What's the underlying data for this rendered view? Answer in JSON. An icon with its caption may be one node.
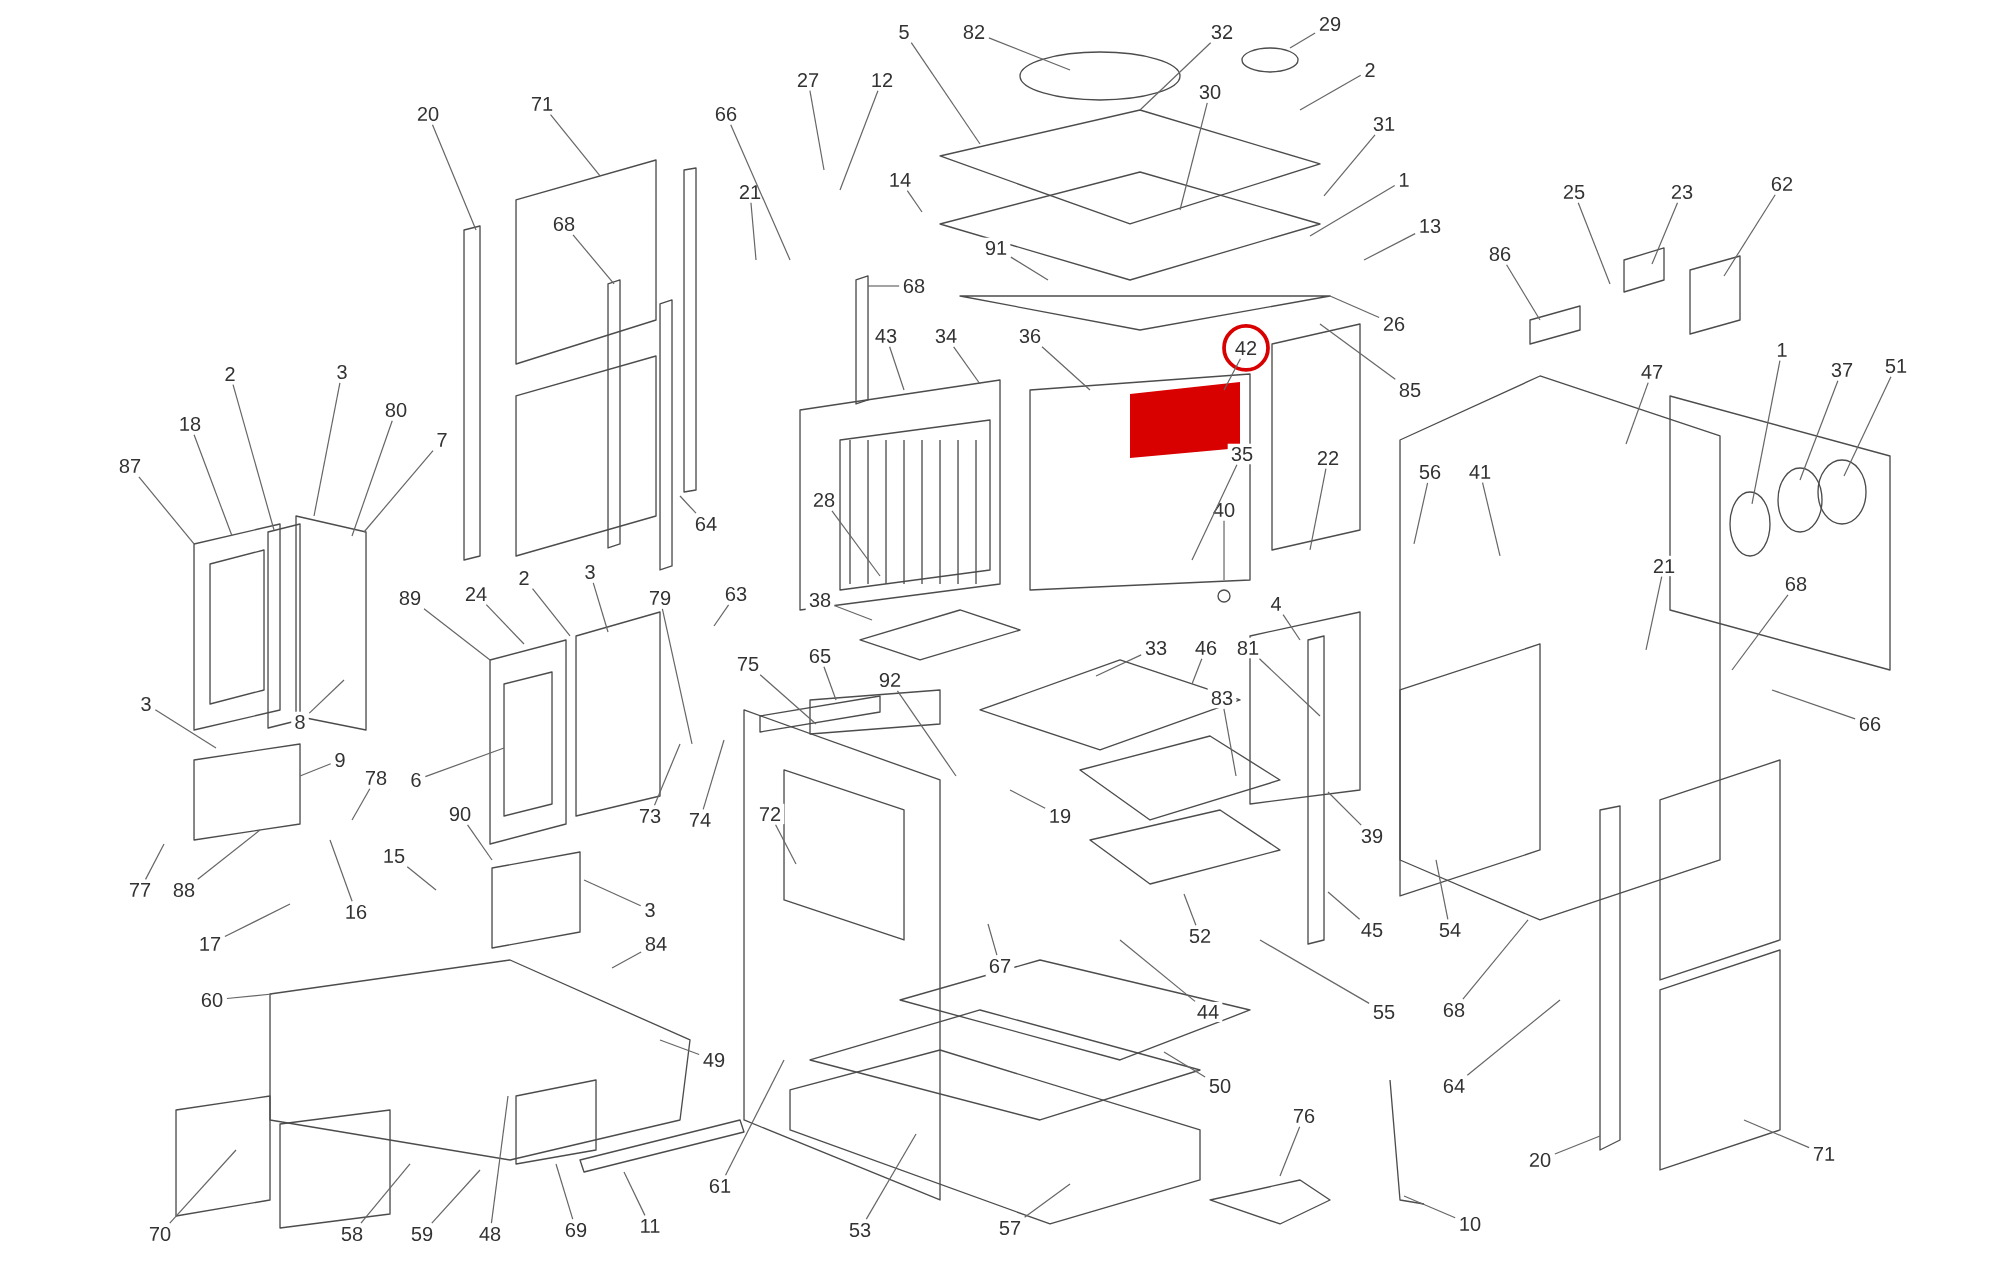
{
  "diagram": {
    "nodes": [
      {
        "text": [
          "20"
        ]
      },
      {
        "text": [
          "71"
        ]
      },
      {
        "text": [
          "68"
        ]
      },
      {
        "text": [
          "2"
        ]
      },
      {
        "text": [
          "3"
        ]
      },
      {
        "text": [
          "80"
        ]
      },
      {
        "text": [
          "7"
        ]
      },
      {
        "text": [
          "18"
        ]
      },
      {
        "text": [
          "87"
        ]
      },
      {
        "text": [
          "89"
        ]
      },
      {
        "text": [
          "24"
        ]
      },
      {
        "text": [
          "2"
        ]
      },
      {
        "text": [
          "3"
        ]
      },
      {
        "text": [
          "79"
        ]
      },
      {
        "text": [
          "27"
        ]
      },
      {
        "text": [
          "12"
        ]
      },
      {
        "text": [
          "5"
        ]
      },
      {
        "text": [
          "82"
        ]
      },
      {
        "text": [
          "32"
        ]
      },
      {
        "text": [
          "29"
        ]
      },
      {
        "text": [
          "2"
        ]
      },
      {
        "text": [
          "30"
        ]
      },
      {
        "text": [
          "31"
        ]
      },
      {
        "text": [
          "1"
        ]
      },
      {
        "text": [
          "13"
        ]
      },
      {
        "text": [
          "26"
        ]
      },
      {
        "text": [
          "85"
        ]
      },
      {
        "text": [
          "66"
        ]
      },
      {
        "text": [
          "21"
        ]
      },
      {
        "text": [
          "14"
        ]
      },
      {
        "text": [
          "91"
        ]
      },
      {
        "text": [
          "68"
        ]
      },
      {
        "text": [
          "43"
        ]
      },
      {
        "text": [
          "34"
        ]
      },
      {
        "text": [
          "36"
        ]
      },
      {
        "text": [
          "42"
        ]
      },
      {
        "text": [
          "35"
        ]
      },
      {
        "text": [
          "22"
        ]
      },
      {
        "text": [
          "40"
        ]
      },
      {
        "text": [
          "28"
        ]
      },
      {
        "text": [
          "64"
        ]
      },
      {
        "text": [
          "63"
        ]
      },
      {
        "text": [
          "38"
        ]
      },
      {
        "text": [
          "86"
        ]
      },
      {
        "text": [
          "25"
        ]
      },
      {
        "text": [
          "23"
        ]
      },
      {
        "text": [
          "62"
        ]
      },
      {
        "text": [
          "47"
        ]
      },
      {
        "text": [
          "1"
        ]
      },
      {
        "text": [
          "37"
        ]
      },
      {
        "text": [
          "51"
        ]
      },
      {
        "text": [
          "56"
        ]
      },
      {
        "text": [
          "41"
        ]
      },
      {
        "text": [
          "21"
        ]
      },
      {
        "text": [
          "68"
        ]
      },
      {
        "text": [
          "66"
        ]
      },
      {
        "text": [
          "4"
        ]
      },
      {
        "text": [
          "81"
        ]
      },
      {
        "text": [
          "46"
        ]
      },
      {
        "text": [
          "33"
        ]
      },
      {
        "text": [
          "83"
        ]
      },
      {
        "text": [
          "75"
        ]
      },
      {
        "text": [
          "65"
        ]
      },
      {
        "text": [
          "92"
        ]
      },
      {
        "text": [
          "72"
        ]
      },
      {
        "text": [
          "19"
        ]
      },
      {
        "text": [
          "67"
        ]
      },
      {
        "text": [
          "52"
        ]
      },
      {
        "text": [
          "44"
        ]
      },
      {
        "text": [
          "50"
        ]
      },
      {
        "text": [
          "55"
        ]
      },
      {
        "text": [
          "45"
        ]
      },
      {
        "text": [
          "39"
        ]
      },
      {
        "text": [
          "54"
        ]
      },
      {
        "text": [
          "68"
        ]
      },
      {
        "text": [
          "64"
        ]
      },
      {
        "text": [
          "20"
        ]
      },
      {
        "text": [
          "71"
        ]
      },
      {
        "text": [
          "10"
        ]
      },
      {
        "text": [
          "76"
        ]
      },
      {
        "text": [
          "57"
        ]
      },
      {
        "text": [
          "53"
        ]
      },
      {
        "text": [
          "61"
        ]
      },
      {
        "text": [
          "49"
        ]
      },
      {
        "text": [
          "3"
        ]
      },
      {
        "text": [
          "8"
        ]
      },
      {
        "text": [
          "9"
        ]
      },
      {
        "text": [
          "78"
        ]
      },
      {
        "text": [
          "6"
        ]
      },
      {
        "text": [
          "73"
        ]
      },
      {
        "text": [
          "74"
        ]
      },
      {
        "text": [
          "77"
        ]
      },
      {
        "text": [
          "88"
        ]
      },
      {
        "text": [
          "17"
        ]
      },
      {
        "text": [
          "16"
        ]
      },
      {
        "text": [
          "15"
        ]
      },
      {
        "text": [
          "90"
        ]
      },
      {
        "text": [
          "3"
        ]
      },
      {
        "text": [
          "84"
        ]
      },
      {
        "text": [
          "60"
        ]
      },
      {
        "text": [
          "70"
        ]
      },
      {
        "text": [
          "58"
        ]
      },
      {
        "text": [
          "59"
        ]
      },
      {
        "text": [
          "48"
        ]
      },
      {
        "text": [
          "69"
        ]
      },
      {
        "text": [
          "11"
        ]
      }
    ],
    "edges": [
      {
        "from": 0,
        "to": null,
        "arrow": "none"
      },
      {
        "from": 1,
        "to": null,
        "arrow": "none"
      },
      {
        "from": 2,
        "to": null,
        "arrow": "none"
      },
      {
        "from": 3,
        "to": null,
        "arrow": "none"
      },
      {
        "from": 4,
        "to": null,
        "arrow": "none"
      },
      {
        "from": 5,
        "to": null,
        "arrow": "none"
      },
      {
        "from": 6,
        "to": null,
        "arrow": "none"
      },
      {
        "from": 7,
        "to": null,
        "arrow": "none"
      },
      {
        "from": 8,
        "to": null,
        "arrow": "none"
      },
      {
        "from": 9,
        "to": null,
        "arrow": "none"
      },
      {
        "from": 10,
        "to": null,
        "arrow": "none"
      },
      {
        "from": 11,
        "to": null,
        "arrow": "none"
      },
      {
        "from": 12,
        "to": null,
        "arrow": "none"
      },
      {
        "from": 13,
        "to": null,
        "arrow": "none"
      },
      {
        "from": 14,
        "to": null,
        "arrow": "none"
      },
      {
        "from": 15,
        "to": null,
        "arrow": "none"
      },
      {
        "from": 16,
        "to": null,
        "arrow": "none"
      },
      {
        "from": 17,
        "to": null,
        "arrow": "none"
      },
      {
        "from": 18,
        "to": null,
        "arrow": "none"
      },
      {
        "from": 19,
        "to": null,
        "arrow": "none"
      },
      {
        "from": 20,
        "to": null,
        "arrow": "none"
      },
      {
        "from": 21,
        "to": null,
        "arrow": "none"
      },
      {
        "from": 22,
        "to": null,
        "arrow": "none"
      },
      {
        "from": 23,
        "to": null,
        "arrow": "none"
      },
      {
        "from": 24,
        "to": null,
        "arrow": "none"
      },
      {
        "from": 25,
        "to": null,
        "arrow": "none"
      },
      {
        "from": 26,
        "to": null,
        "arrow": "none"
      },
      {
        "from": 27,
        "to": null,
        "arrow": "none"
      },
      {
        "from": 28,
        "to": null,
        "arrow": "none"
      },
      {
        "from": 29,
        "to": null,
        "arrow": "none"
      },
      {
        "from": 30,
        "to": null,
        "arrow": "none"
      },
      {
        "from": 31,
        "to": null,
        "arrow": "none"
      },
      {
        "from": 32,
        "to": null,
        "arrow": "none"
      },
      {
        "from": 33,
        "to": null,
        "arrow": "none"
      },
      {
        "from": 34,
        "to": null,
        "arrow": "none"
      },
      {
        "from": 35,
        "to": null,
        "arrow": "none"
      },
      {
        "from": 36,
        "to": null,
        "arrow": "none"
      },
      {
        "from": 37,
        "to": null,
        "arrow": "none"
      },
      {
        "from": 38,
        "to": null,
        "arrow": "none"
      },
      {
        "from": 39,
        "to": null,
        "arrow": "none"
      },
      {
        "from": 40,
        "to": null,
        "arrow": "none"
      },
      {
        "from": 41,
        "to": null,
        "arrow": "none"
      },
      {
        "from": 42,
        "to": null,
        "arrow": "none"
      },
      {
        "from": 43,
        "to": null,
        "arrow": "none"
      },
      {
        "from": 44,
        "to": null,
        "arrow": "none"
      },
      {
        "from": 45,
        "to": null,
        "arrow": "none"
      },
      {
        "from": 46,
        "to": null,
        "arrow": "none"
      },
      {
        "from": 47,
        "to": null,
        "arrow": "none"
      },
      {
        "from": 48,
        "to": null,
        "arrow": "none"
      },
      {
        "from": 49,
        "to": null,
        "arrow": "none"
      },
      {
        "from": 50,
        "to": null,
        "arrow": "none"
      },
      {
        "from": 51,
        "to": null,
        "arrow": "none"
      },
      {
        "from": 52,
        "to": null,
        "arrow": "none"
      },
      {
        "from": 53,
        "to": null,
        "arrow": "none"
      },
      {
        "from": 54,
        "to": null,
        "arrow": "none"
      },
      {
        "from": 55,
        "to": null,
        "arrow": "none"
      },
      {
        "from": 56,
        "to": null,
        "arrow": "none"
      },
      {
        "from": 57,
        "to": null,
        "arrow": "none"
      },
      {
        "from": 58,
        "to": null,
        "arrow": "none"
      },
      {
        "from": 59,
        "to": null,
        "arrow": "none"
      },
      {
        "from": 60,
        "to": null,
        "arrow": "none"
      },
      {
        "from": 61,
        "to": null,
        "arrow": "none"
      },
      {
        "from": 62,
        "to": null,
        "arrow": "none"
      },
      {
        "from": 63,
        "to": null,
        "arrow": "none"
      },
      {
        "from": 64,
        "to": null,
        "arrow": "none"
      },
      {
        "from": 65,
        "to": null,
        "arrow": "none"
      },
      {
        "from": 66,
        "to": null,
        "arrow": "none"
      },
      {
        "from": 67,
        "to": null,
        "arrow": "none"
      },
      {
        "from": 68,
        "to": null,
        "arrow": "none"
      },
      {
        "from": 69,
        "to": null,
        "arrow": "none"
      },
      {
        "from": 70,
        "to": null,
        "arrow": "none"
      },
      {
        "from": 71,
        "to": null,
        "arrow": "none"
      },
      {
        "from": 72,
        "to": null,
        "arrow": "none"
      },
      {
        "from": 73,
        "to": null,
        "arrow": "none"
      },
      {
        "from": 74,
        "to": null,
        "arrow": "none"
      },
      {
        "from": 75,
        "to": null,
        "arrow": "none"
      },
      {
        "from": 76,
        "to": null,
        "arrow": "none"
      },
      {
        "from": 77,
        "to": null,
        "arrow": "none"
      },
      {
        "from": 78,
        "to": null,
        "arrow": "none"
      },
      {
        "from": 79,
        "to": null,
        "arrow": "none"
      },
      {
        "from": 80,
        "to": null,
        "arrow": "none"
      },
      {
        "from": 81,
        "to": null,
        "arrow": "none"
      },
      {
        "from": 82,
        "to": null,
        "arrow": "none"
      },
      {
        "from": 83,
        "to": null,
        "arrow": "none"
      },
      {
        "from": 84,
        "to": null,
        "arrow": "none"
      },
      {
        "from": 85,
        "to": null,
        "arrow": "none"
      },
      {
        "from": 86,
        "to": null,
        "arrow": "none"
      },
      {
        "from": 87,
        "to": null,
        "arrow": "none"
      },
      {
        "from": 88,
        "to": null,
        "arrow": "none"
      },
      {
        "from": 89,
        "to": null,
        "arrow": "none"
      },
      {
        "from": 90,
        "to": null,
        "arrow": "none"
      },
      {
        "from": 91,
        "to": null,
        "arrow": "none"
      },
      {
        "from": 92,
        "to": null,
        "arrow": "none"
      },
      {
        "from": 93,
        "to": null,
        "arrow": "none"
      },
      {
        "from": 94,
        "to": null,
        "arrow": "none"
      },
      {
        "from": 95,
        "to": null,
        "arrow": "none"
      },
      {
        "from": 96,
        "to": null,
        "arrow": "none"
      },
      {
        "from": 97,
        "to": null,
        "arrow": "none"
      },
      {
        "from": 98,
        "to": null,
        "arrow": "none"
      },
      {
        "from": 99,
        "to": null,
        "arrow": "none"
      },
      {
        "from": 100,
        "to": null,
        "arrow": "none"
      },
      {
        "from": 101,
        "to": null,
        "arrow": "none"
      },
      {
        "from": 102,
        "to": null,
        "arrow": "none"
      },
      {
        "from": 103,
        "to": null,
        "arrow": "none"
      },
      {
        "from": 104,
        "to": null,
        "arrow": "none"
      },
      {
        "from": 105,
        "to": null,
        "arrow": "none"
      }
    ]
  }
}
